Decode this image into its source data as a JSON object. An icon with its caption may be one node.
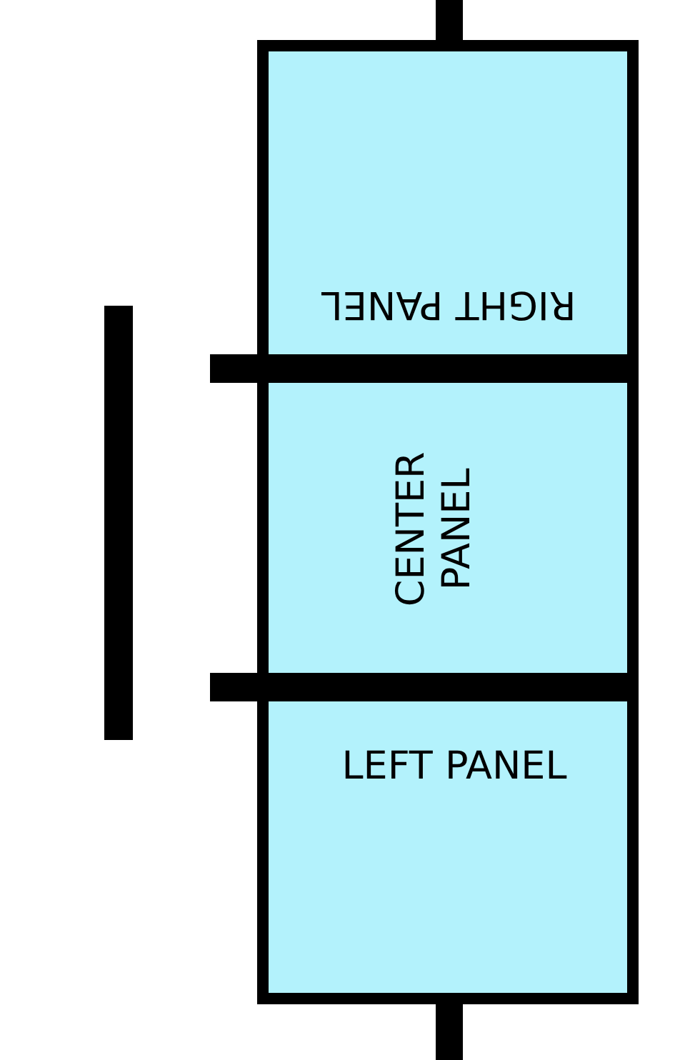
{
  "diagram": {
    "nodes": [
      {
        "text": [
          "RIGHT PANEL"
        ]
      },
      {
        "text": [],
        "shape": "bar"
      },
      {
        "text": [
          "CENTER PANEL"
        ]
      },
      {
        "text": [],
        "shape": "bar"
      },
      {
        "text": [
          "LEFT PANEL"
        ]
      },
      {
        "text": [],
        "shape": "bar"
      }
    ]
  }
}
